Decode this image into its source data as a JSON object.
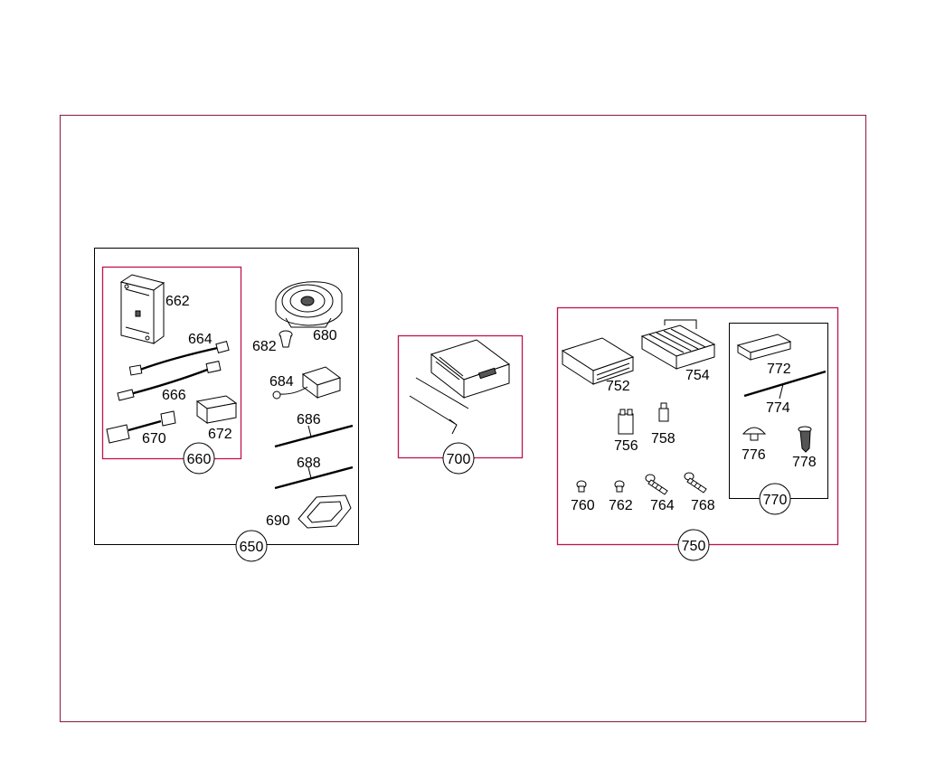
{
  "diagram": {
    "colors": {
      "frame": "#8b1a3a",
      "group_border": "#c0134a",
      "text": "#000000",
      "line": "#000000"
    },
    "groups": [
      {
        "number": "650",
        "subgroups": [
          {
            "number": "660"
          }
        ]
      },
      {
        "number": "700"
      },
      {
        "number": "750",
        "subgroups": [
          {
            "number": "770"
          }
        ]
      }
    ],
    "callouts": [
      "662",
      "664",
      "666",
      "670",
      "672",
      "680",
      "682",
      "684",
      "686",
      "688",
      "690",
      "752",
      "754",
      "756",
      "758",
      "760",
      "762",
      "764",
      "768",
      "772",
      "774",
      "776",
      "778"
    ]
  }
}
